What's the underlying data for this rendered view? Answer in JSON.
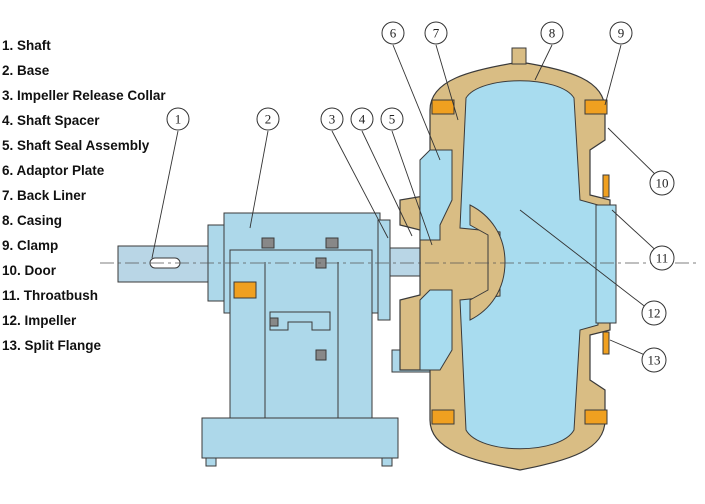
{
  "legend": [
    {
      "num": "1",
      "label": "1. Shaft"
    },
    {
      "num": "2",
      "label": "2. Base"
    },
    {
      "num": "3",
      "label": "3. Impeller Release Collar"
    },
    {
      "num": "4",
      "label": "4. Shaft Spacer"
    },
    {
      "num": "5",
      "label": "5. Shaft Seal Assembly"
    },
    {
      "num": "6",
      "label": "6. Adaptor Plate"
    },
    {
      "num": "7",
      "label": "7. Back Liner"
    },
    {
      "num": "8",
      "label": "8. Casing"
    },
    {
      "num": "9",
      "label": "9. Clamp"
    },
    {
      "num": "10",
      "label": "10. Door"
    },
    {
      "num": "11",
      "label": "11. Throatbush"
    },
    {
      "num": "12",
      "label": "12. Impeller"
    },
    {
      "num": "13",
      "label": "13. Split Flange"
    }
  ],
  "callouts": [
    "1",
    "2",
    "3",
    "4",
    "5",
    "6",
    "7",
    "8",
    "9",
    "10",
    "11",
    "12",
    "13"
  ],
  "colors": {
    "casing": "#d9bd84",
    "liner": "#a8dcef",
    "base": "#add8ea",
    "bolt_orange": "#f0a020",
    "outline": "#3a3a3a"
  }
}
